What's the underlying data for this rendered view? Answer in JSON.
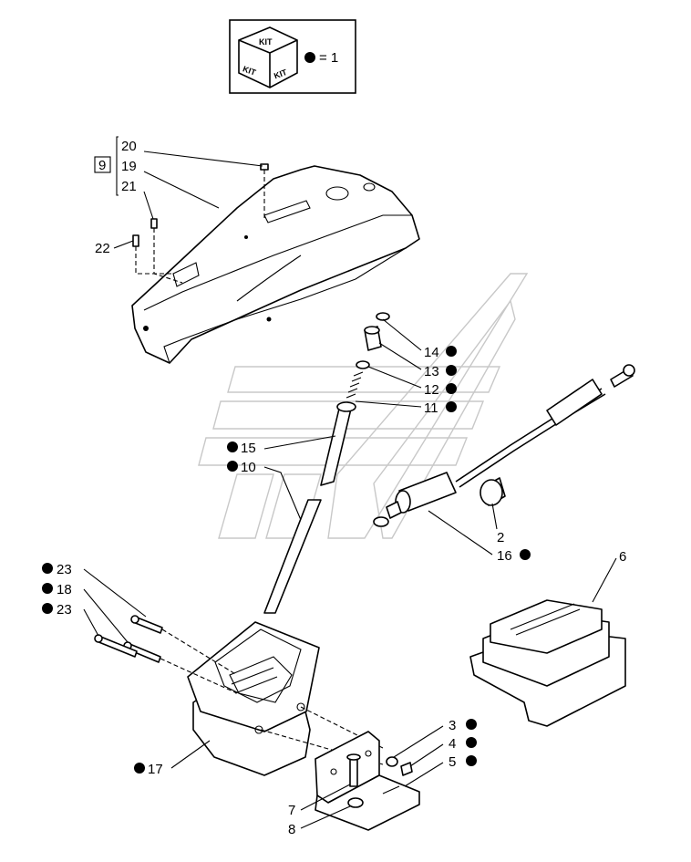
{
  "legend": {
    "kit_top": "KIT",
    "kit_left": "KIT",
    "kit_right": "KIT",
    "equals_text": "= 1"
  },
  "callouts": {
    "c20": "20",
    "c19": "19",
    "c21": "21",
    "c9": "9",
    "c22": "22",
    "c14": "14",
    "c13": "13",
    "c12": "12",
    "c11": "11",
    "c15": "15",
    "c10": "10",
    "c2": "2",
    "c16": "16",
    "c6": "6",
    "c23a": "23",
    "c18": "18",
    "c23b": "23",
    "c3": "3",
    "c4": "4",
    "c5": "5",
    "c17": "17",
    "c7": "7",
    "c8": "8"
  }
}
